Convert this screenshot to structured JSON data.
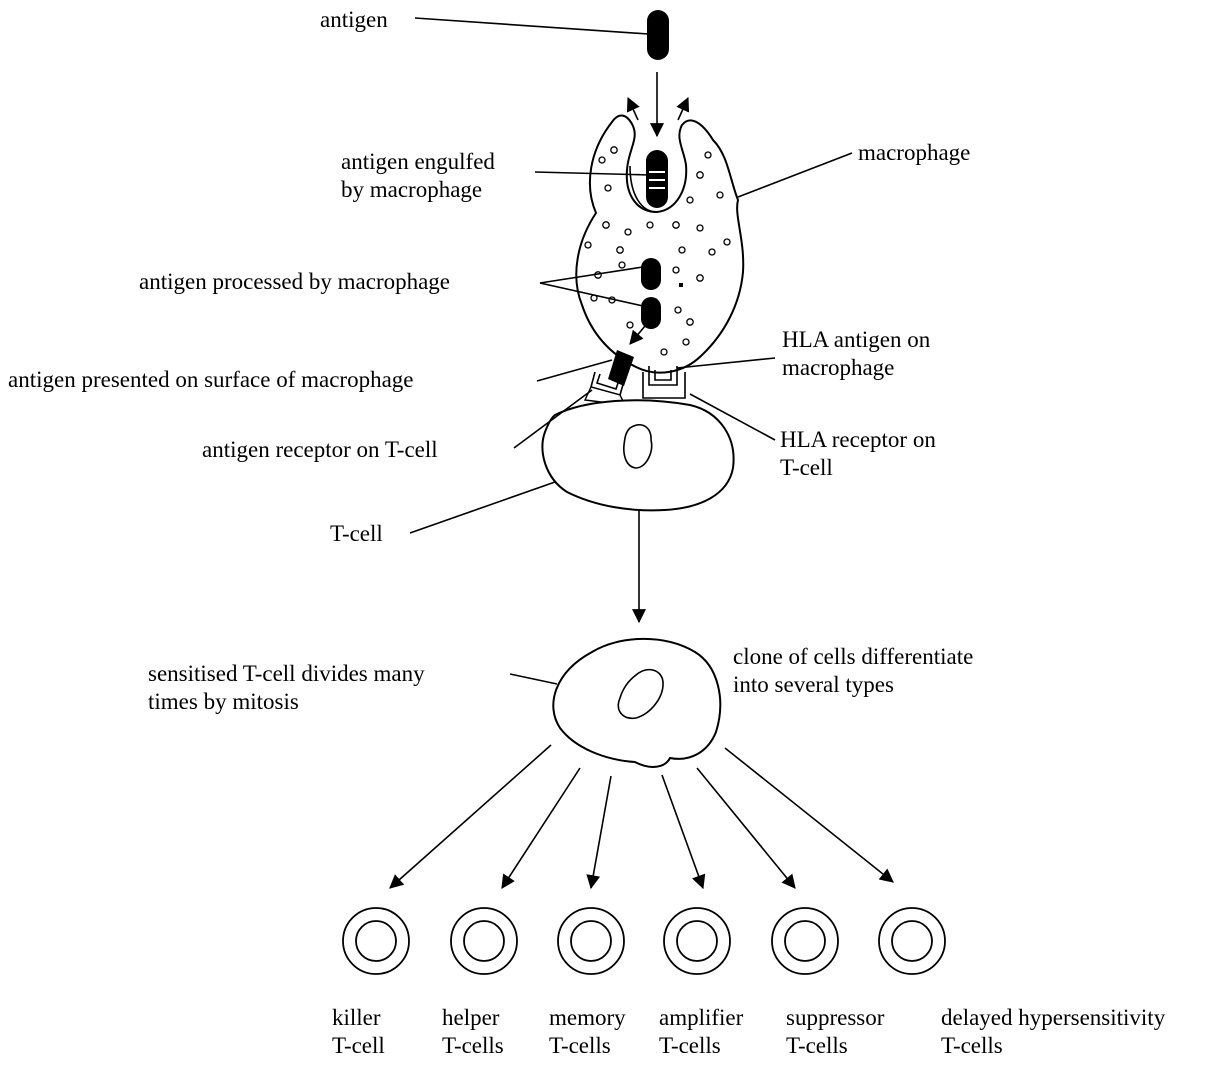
{
  "labels": {
    "antigen": "antigen",
    "engulfed": [
      "antigen engulfed",
      "by macrophage"
    ],
    "macrophage": "macrophage",
    "processed": "antigen processed by macrophage",
    "presented": "antigen presented on surface of macrophage",
    "hla_antigen": [
      "HLA antigen on",
      "macrophage"
    ],
    "antigen_receptor": "antigen receptor on T-cell",
    "hla_receptor": [
      "HLA receptor on",
      "T-cell"
    ],
    "tcell": "T-cell",
    "sensitised": [
      "sensitised T-cell divides many",
      "times by mitosis"
    ],
    "clone": [
      "clone of cells differentiate",
      "into several types"
    ]
  },
  "cell_types": [
    {
      "line1": "killer",
      "line2": "T-cell"
    },
    {
      "line1": "helper",
      "line2": "T-cells"
    },
    {
      "line1": "memory",
      "line2": "T-cells"
    },
    {
      "line1": "amplifier",
      "line2": "T-cells"
    },
    {
      "line1": "suppressor",
      "line2": "T-cells"
    },
    {
      "line1": "delayed hypersensitivity",
      "line2": "T-cells"
    }
  ]
}
